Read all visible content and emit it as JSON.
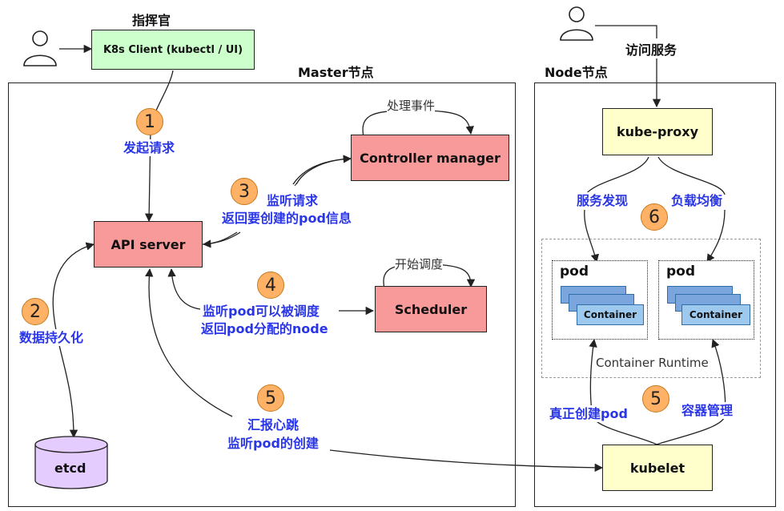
{
  "labels": {
    "commander": "指挥官",
    "master_node": "Master节点",
    "node": "Node节点",
    "access_service": "访问服务"
  },
  "boxes": {
    "client": "K8s Client (kubectl / UI)",
    "api_server": "API server",
    "controller_manager": "Controller manager",
    "scheduler": "Scheduler",
    "etcd": "etcd",
    "kube_proxy": "kube-proxy",
    "kubelet": "kubelet"
  },
  "steps": {
    "s1": {
      "num": "1",
      "text": "发起请求"
    },
    "s2": {
      "num": "2",
      "text": "数据持久化"
    },
    "s3": {
      "num": "3",
      "line1": "监听请求",
      "line2": "返回要创建的pod信息"
    },
    "s4": {
      "num": "4",
      "line1": "监听pod可以被调度",
      "line2": "返回pod分配的node"
    },
    "s5_master": {
      "num": "5",
      "line1": "汇报心跳",
      "line2": "监听pod的创建"
    },
    "s5_node": {
      "num": "5",
      "left": "真正创建pod",
      "right": "容器管理"
    },
    "s6": {
      "num": "6",
      "left": "服务发现",
      "right": "负载均衡"
    }
  },
  "loops": {
    "controller": "处理事件",
    "scheduler": "开始调度"
  },
  "runtime": {
    "label": "Container Runtime",
    "pods": [
      {
        "title": "pod",
        "container": "Container"
      },
      {
        "title": "pod",
        "container": "Container"
      }
    ]
  }
}
